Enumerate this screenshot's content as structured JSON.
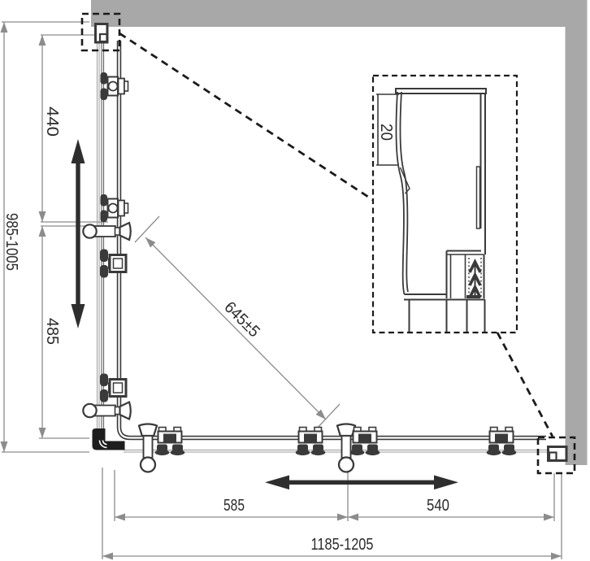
{
  "colors": {
    "background": "#ffffff",
    "wall": "#a8a8a8",
    "line": "#3a3a3a",
    "dim_line": "#8c8c8c",
    "dim_text": "#2b2b2b",
    "arrow": "#2e2e2e",
    "dash": "#1b1b1b"
  },
  "dimensions": {
    "left_total": "985-1005",
    "left_upper": "440",
    "left_lower": "485",
    "diagonal": "645±5",
    "bottom_door": "585",
    "bottom_fixed": "540",
    "bottom_total": "1185-1205",
    "profile_depth": "20"
  }
}
